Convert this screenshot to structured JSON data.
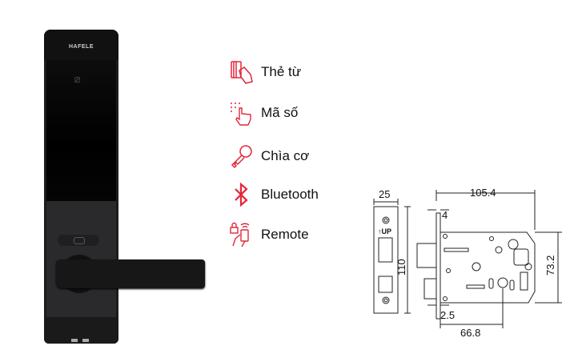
{
  "product": {
    "brand": "HAFELE"
  },
  "features": [
    {
      "icon": "card-icon",
      "label": "Thẻ từ"
    },
    {
      "icon": "keypad-icon",
      "label": "Mã số"
    },
    {
      "icon": "key-icon",
      "label": "Chìa cơ"
    },
    {
      "icon": "bluetooth-icon",
      "label": "Bluetooth"
    },
    {
      "icon": "remote-icon",
      "label": "Remote"
    }
  ],
  "dimensions": {
    "strike_width": "25",
    "strike_height": "110",
    "strike_mark": "↑UP",
    "body_length": "105.4",
    "faceplate_thickness": "4",
    "body_height": "73.2",
    "faceplate_offset": "2.5",
    "backset": "66.8"
  },
  "colors": {
    "accent": "#e3263a",
    "lock_body": "#1c1c1e"
  }
}
